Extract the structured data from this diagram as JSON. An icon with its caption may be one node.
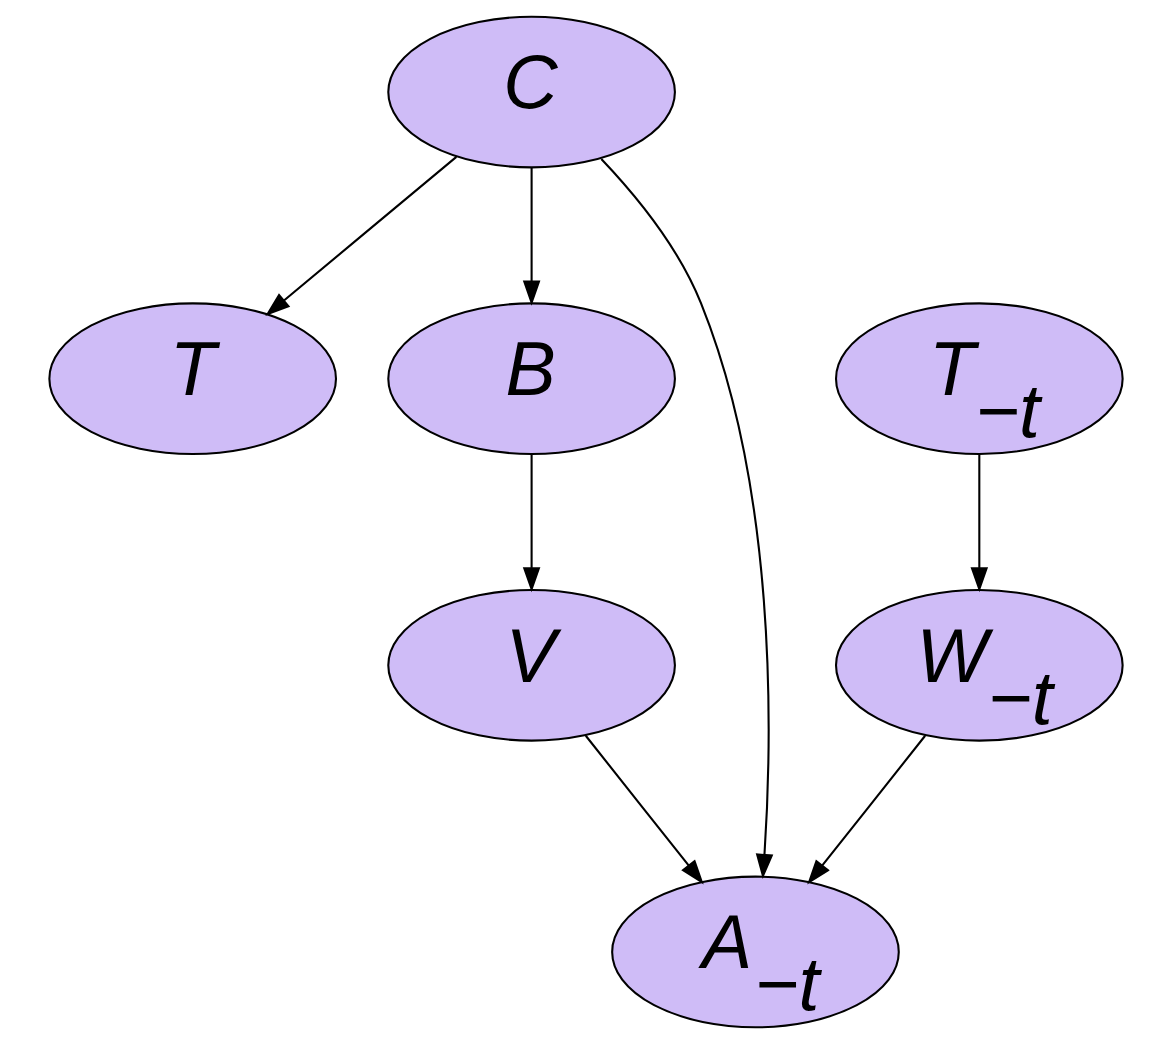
{
  "diagram": {
    "nodes": [
      {
        "text": [
          "C"
        ]
      },
      {
        "text": [
          "T"
        ]
      },
      {
        "text": [
          "B"
        ]
      },
      {
        "text": [
          "T$_{−t}$"
        ]
      },
      {
        "text": [
          "V"
        ]
      },
      {
        "text": [
          "W$_{−t}$"
        ]
      },
      {
        "text": [
          "A$_{−t}$"
        ]
      }
    ],
    "edges": [
      {
        "from": 0,
        "to": 1,
        "arrow": "to"
      },
      {
        "from": 0,
        "to": 2,
        "arrow": "to"
      },
      {
        "from": 0,
        "to": 6,
        "arrow": "to"
      },
      {
        "from": 2,
        "to": 4,
        "arrow": "to"
      },
      {
        "from": 3,
        "to": 5,
        "arrow": "to"
      },
      {
        "from": 4,
        "to": 6,
        "arrow": "to"
      },
      {
        "from": 5,
        "to": 6,
        "arrow": "to"
      }
    ]
  }
}
